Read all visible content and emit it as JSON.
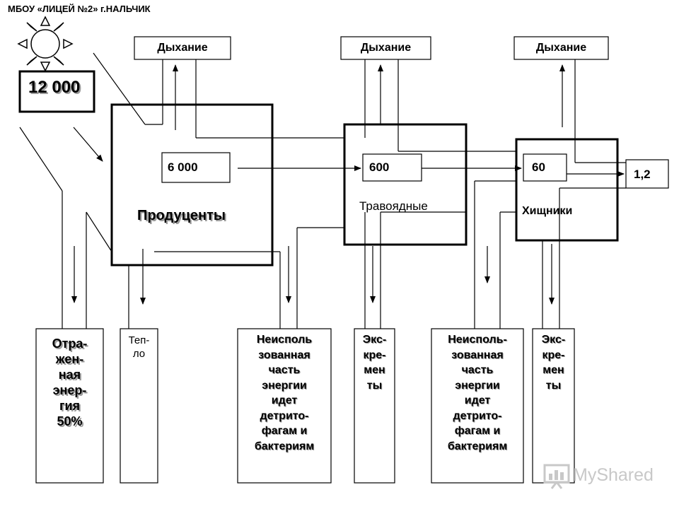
{
  "header": {
    "school": "МБОУ «ЛИЦЕЙ №2» г.НАЛЬЧИК"
  },
  "sun": {
    "energy": "12 000"
  },
  "respiration": {
    "producers": "Дыхание",
    "herbivores": "Дыхание",
    "carnivores": "Дыхание"
  },
  "levels": {
    "producers": {
      "label": "Продуценты",
      "energy": "6 000"
    },
    "herbivores": {
      "label": "Травоядные",
      "energy": "600"
    },
    "carnivores": {
      "label": "Хищники",
      "energy": "60"
    },
    "top": {
      "energy": "1,2"
    }
  },
  "bottom": {
    "reflected": [
      "Отра-",
      "жен-",
      "ная",
      "энер-",
      "гия",
      "50%"
    ],
    "heat": [
      "Теп-",
      "ло"
    ],
    "unused1": [
      "Неисполь",
      "зованная",
      "часть",
      "энергии",
      "идет",
      "детрито-",
      "фагам и",
      "бактериям"
    ],
    "excreta1": [
      "Экс-",
      "кре-",
      "мен",
      "ты"
    ],
    "unused2": [
      "Неисполь-",
      "зованная",
      "часть",
      "энергии",
      "идет",
      "детрито-",
      "фагам и",
      "бактериям"
    ],
    "excreta2": [
      "Экс-",
      "кре-",
      "мен",
      "ты"
    ]
  },
  "watermark": {
    "text": "MyShared"
  },
  "colors": {
    "line": "#000000",
    "shadow": "#9a9a9a",
    "watermark": "#c8c8c8"
  }
}
